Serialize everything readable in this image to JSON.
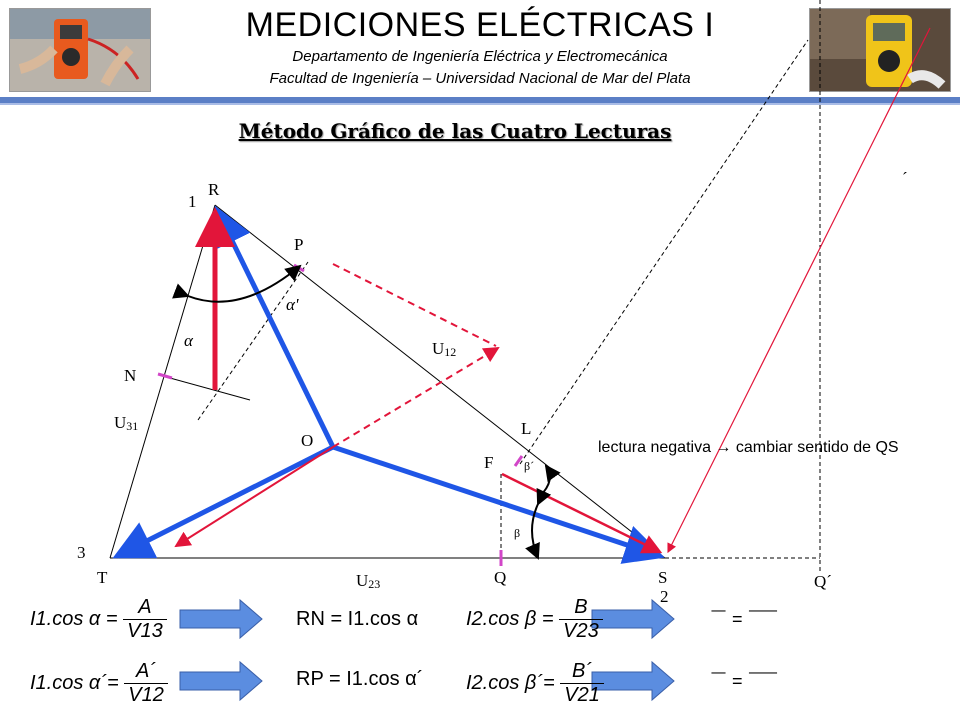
{
  "header": {
    "title": "MEDICIONES ELÉCTRICAS I",
    "subtitle1": "Departamento de Ingeniería Eléctrica y Electromecánica",
    "subtitle2": "Facultad de Ingeniería – Universidad Nacional de Mar del Plata"
  },
  "heading": "Método Gráfico de las Cuatro Lecturas",
  "labels": {
    "R": "R",
    "one": "1",
    "P": "P",
    "alpha_p": "α'",
    "alpha": "α",
    "U12": "U",
    "U12_sub": "12",
    "N": "N",
    "U31": "U",
    "U31_sub": "31",
    "O": "O",
    "L": "L",
    "F": "F",
    "beta_p": "β´",
    "beta": "β",
    "three": "3",
    "T": "T",
    "U23": "U",
    "U23_sub": "23",
    "Q": "Q",
    "S": "S",
    "two": "2",
    "Qp": "Q´",
    "tick": "´"
  },
  "note": "lectura negativa → cambiar sentido de QS",
  "equations": {
    "e1_lhs": "I1.cos α =",
    "e1_num": "A",
    "e1_den": "V13",
    "e2_lhs": "I1.cos α´=",
    "e2_num": "A´",
    "e2_den": "V12",
    "e3": "RN = I1.cos α",
    "e4": "RP = I1.cos α´",
    "e5_lhs": "I2.cos β =",
    "e5_num": "B",
    "e5_den": "V23",
    "e6_lhs": "I2.cos β´=",
    "e6_num": "B´",
    "e6_den": "V21",
    "r1": "‾‾ = ‾‾‾‾",
    "r2": "‾‾ = ‾‾‾‾"
  },
  "colors": {
    "blue": "#1f56e6",
    "red": "#e2153a",
    "arrow_fill": "#5b8de0",
    "rule": "#5b7fc6",
    "magenta": "#d246c8"
  }
}
